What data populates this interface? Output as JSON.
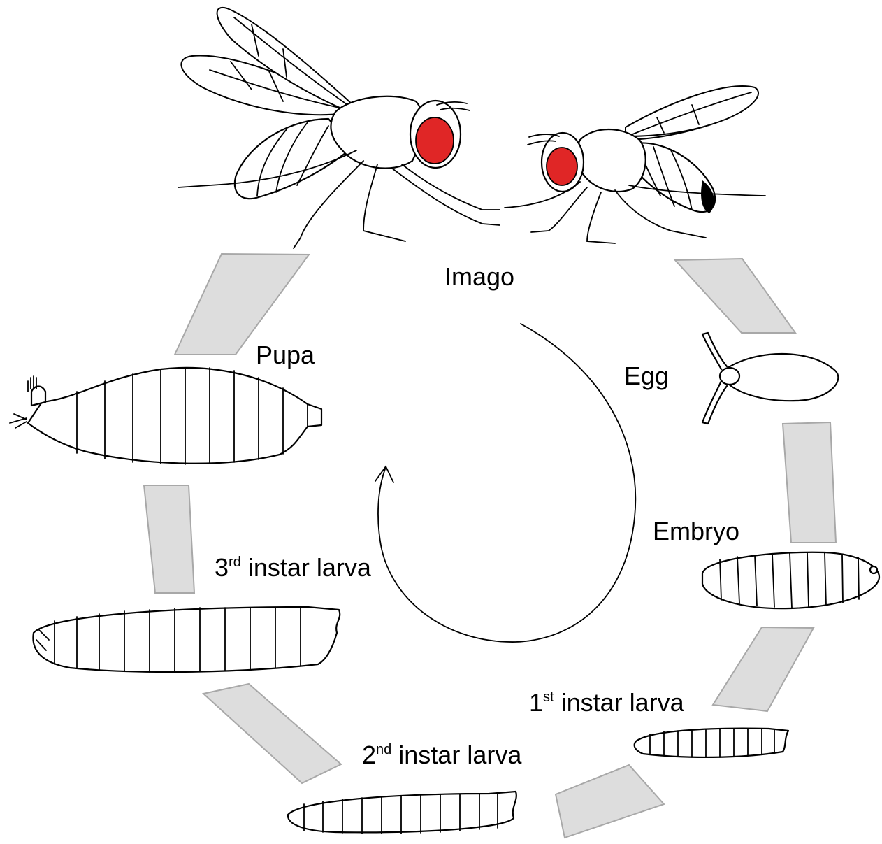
{
  "stages": {
    "imago": "Imago",
    "egg": "Egg",
    "embryo": "Embryo",
    "first_larva": {
      "num": "1",
      "sup": "st",
      "text": " instar larva"
    },
    "second_larva": {
      "num": "2",
      "sup": "nd",
      "text": " instar larva"
    },
    "third_larva": {
      "num": "3",
      "sup": "rd",
      "text": " instar larva"
    },
    "pupa": "Pupa"
  },
  "colors": {
    "eye": "#e02626",
    "transition_arrow_fill": "#dddddd",
    "transition_arrow_stroke": "#a8a8a8",
    "outline": "#000000"
  },
  "icons": [
    "cycle-arrow-icon"
  ]
}
